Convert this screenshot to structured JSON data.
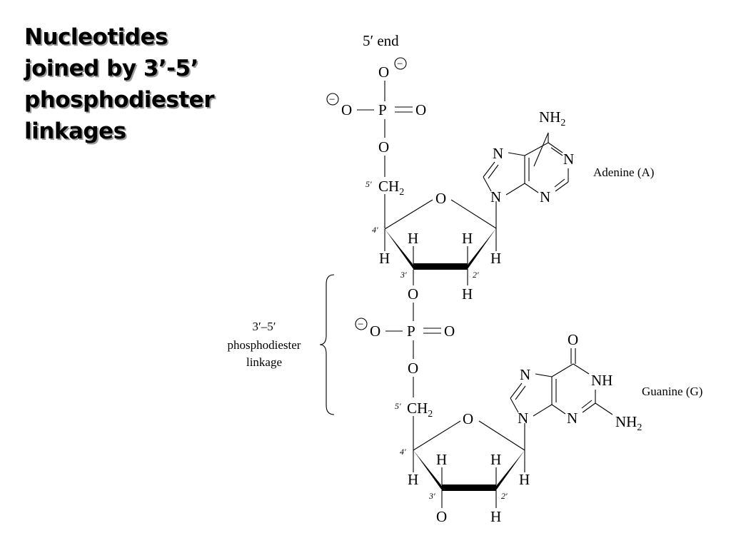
{
  "title": {
    "lines": [
      "Nucleotides",
      "joined by 3’-5’",
      "phosphodiester",
      "linkages"
    ]
  },
  "diagram": {
    "end_label": "5′ end",
    "linkage_label": [
      "3′–5′",
      "phosphodiester",
      "linkage"
    ],
    "charge": "−",
    "atoms": {
      "O": "O",
      "P": "P",
      "H": "H",
      "N": "N",
      "NH": "NH",
      "CH2": "CH",
      "NH2": "NH",
      "sub2": "2"
    },
    "positions": {
      "five": "5′",
      "four": "4′",
      "three": "3′",
      "two": "2′"
    },
    "bases": {
      "adenine": "Adenine  (A)",
      "guanine": "Guanine  (G)"
    }
  }
}
